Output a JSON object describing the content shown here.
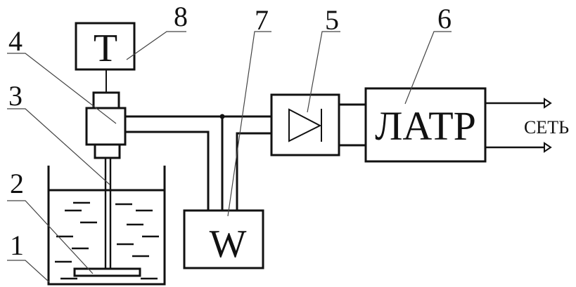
{
  "diagram": {
    "blocks": {
      "thermometer": {
        "label": "T",
        "number": "8"
      },
      "wattmeter": {
        "label": "W",
        "number": "7"
      },
      "rectifier": {
        "number": "5"
      },
      "autotransformer": {
        "label": "ЛАТР",
        "number": "6"
      },
      "heater_holder": {
        "number": "4"
      },
      "rod": {
        "number": "3"
      },
      "disc": {
        "number": "2"
      },
      "vessel": {
        "number": "1"
      }
    },
    "mains_label": "СЕТЬ",
    "colors": {
      "line": "#111111",
      "background": "#ffffff"
    }
  }
}
